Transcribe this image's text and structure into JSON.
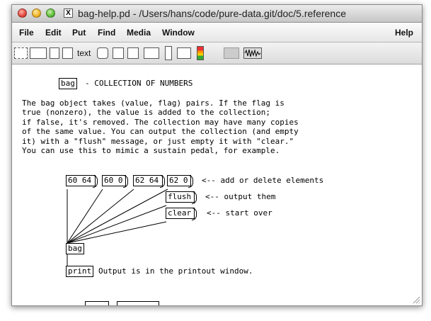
{
  "window": {
    "title": "bag-help.pd  - /Users/hans/code/pure-data.git/doc/5.reference",
    "x11_badge": "X"
  },
  "menubar": {
    "items": [
      "File",
      "Edit",
      "Put",
      "Find",
      "Media",
      "Window"
    ],
    "help": "Help"
  },
  "toolbar": {
    "text_label": "text"
  },
  "patch": {
    "header_object": "bag",
    "header_comment": "- COLLECTION OF NUMBERS",
    "description": "The bag object takes (value, flag) pairs. If the flag is\ntrue (nonzero), the value is added to the collection;\nif false, it's removed. The collection may have many copies\nof the same value. You can output the collection (and empty\nit) with a \"flush\" message, or just empty it with \"clear.\"\nYou can use this to mimic a sustain pedal, for example.",
    "messages": [
      "60 64",
      "60 0",
      "62 64",
      "62 0"
    ],
    "flush_msg": "flush",
    "clear_msg": "clear",
    "comment_add_delete": "<-- add or delete elements",
    "comment_output": "<-- output them",
    "comment_start_over": "<-- start over",
    "bag_object": "bag",
    "print_object": "print",
    "print_comment": "Output is in the printout window."
  }
}
